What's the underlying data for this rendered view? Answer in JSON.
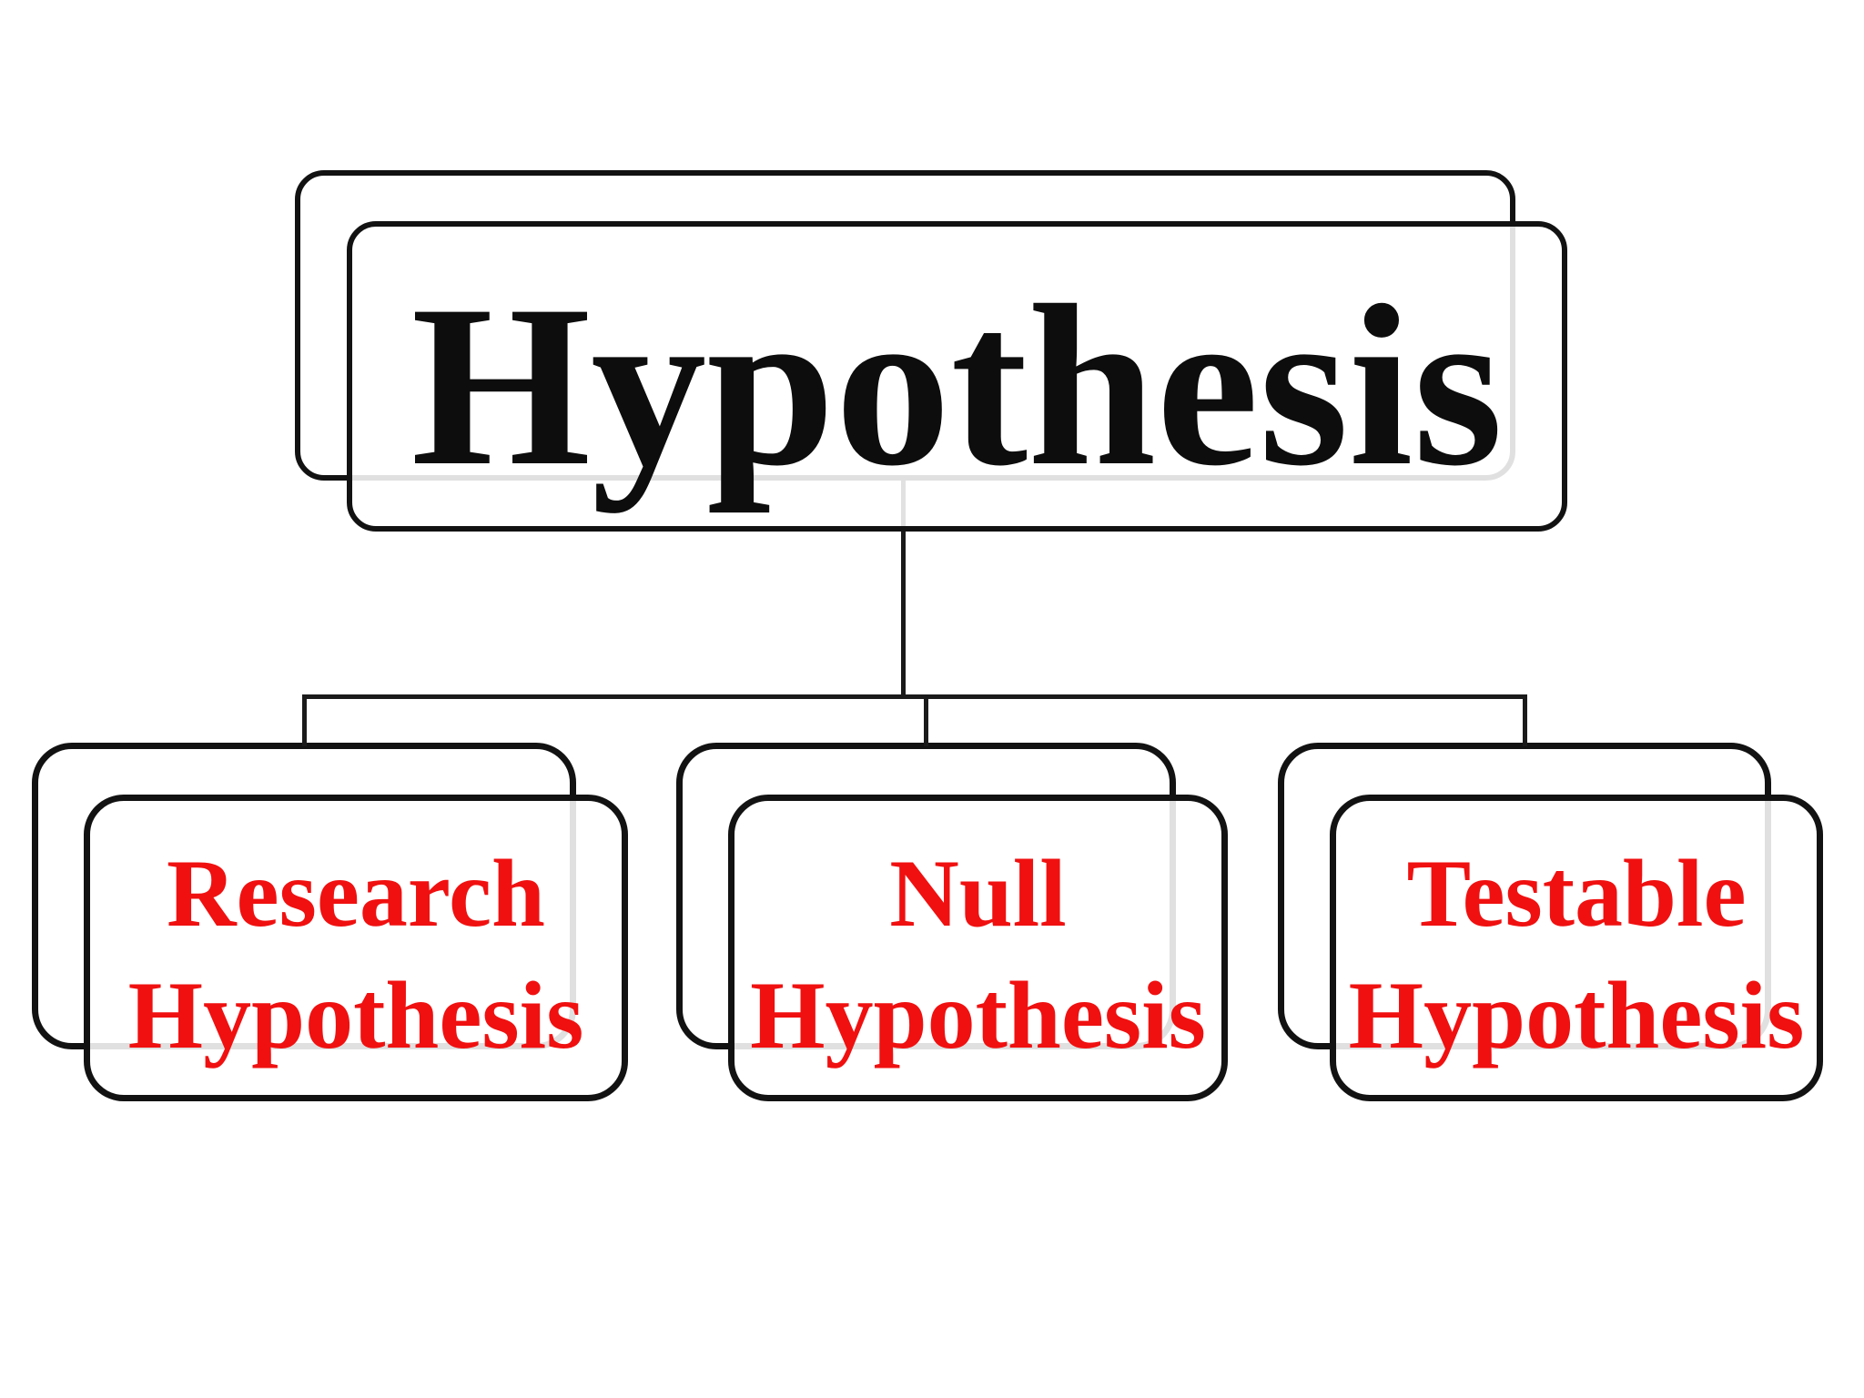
{
  "diagram": {
    "title": "Hypothesis classification diagram",
    "background_color": "#ffffff",
    "box_border_color": "#121212",
    "connector_color": "#1a1a1a",
    "root_text_color": "#0d0d0d",
    "child_text_color": "#f01010",
    "shadow_line_color_through_fill": "#dddddd",
    "root": {
      "label": "Hypothesis"
    },
    "children": [
      {
        "label": "Research Hypothesis",
        "line1": "Research",
        "line2": "Hypothesis"
      },
      {
        "label": "Null Hypothesis",
        "line1": "Null",
        "line2": "Hypothesis"
      },
      {
        "label": "Testable Hypothesis",
        "line1": "Testable",
        "line2": "Hypothesis"
      }
    ]
  }
}
